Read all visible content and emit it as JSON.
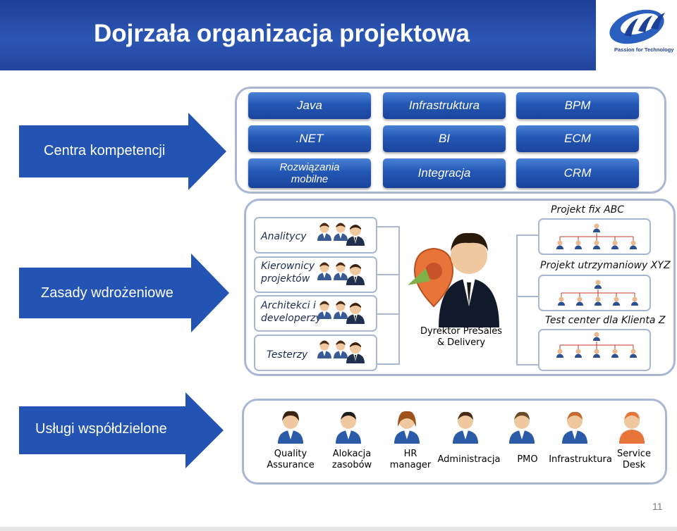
{
  "slide": {
    "title": "Dojrzała organizacja projektowa",
    "logo_tagline": "Passion for Technology",
    "page_number": "11"
  },
  "colors": {
    "header": "#2c56b4",
    "accent_blue": "#2357b5",
    "panel_border": "#a9b7d4",
    "pin_orange": "#e8743a"
  },
  "section1": {
    "arrow_label": "Centra kompetencji",
    "buttons": [
      ".NET",
      "Java",
      "Infrastruktura",
      "BPM",
      "BI",
      "ECM",
      "Rozwiązania mobilne",
      "Integracja",
      "CRM"
    ]
  },
  "section2": {
    "arrow_label": "Zasady wdrożeniowe",
    "roles": [
      "Analitycy",
      "Kierownicy projektów",
      "Architekci i developerzy",
      "Testerzy"
    ],
    "director": "Dyrektor PreSales & Delivery",
    "projects": [
      "Projekt fix ABC",
      "Projekt utrzymaniowy XYZ",
      "Test center dla Klienta Z"
    ]
  },
  "section3": {
    "arrow_label": "Usługi współdzielone",
    "services": [
      "Quality Assurance",
      "Alokacja zasobów",
      "HR manager",
      "Administracja",
      "PMO",
      "Infrastruktura",
      "Service Desk"
    ]
  },
  "icons": [
    "person-icon",
    "team-icon",
    "org-chart-icon",
    "director-avatar-icon",
    "map-pin-icon"
  ]
}
